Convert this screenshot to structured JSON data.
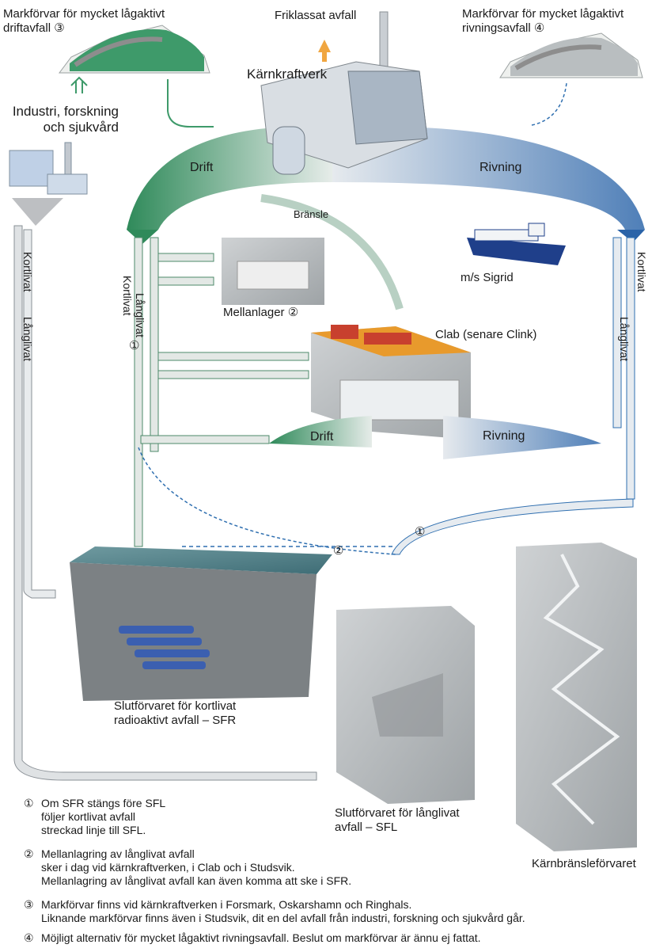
{
  "labels": {
    "vlla_drift": [
      "Markförvar för mycket lågaktivt",
      "driftavfall ③"
    ],
    "friklassat": "Friklassat avfall",
    "vlla_rivning": [
      "Markförvar för mycket lågaktivt",
      "rivningsavfall ④"
    ],
    "industri": [
      "Industri, forskning",
      "och sjukvård"
    ],
    "karnkraftverk": "Kärnkraftverk",
    "drift_top": "Drift",
    "rivning_top": "Rivning",
    "bransle": "Bränsle",
    "ship": "m/s Sigrid",
    "mellanlager": "Mellanlager ②",
    "clab": "Clab (senare Clink)",
    "drift_clab": "Drift",
    "rivning_clab": "Rivning",
    "kortlivat_left": "Kortlivat",
    "langlivat_left": "Långlivat",
    "kortlivat_mid": "Kortlivat",
    "langlivat_mid": "Långlivat",
    "kortlivat_right": "Kortlivat",
    "langlivat_right": "Långlivat",
    "marker1_mid": "①",
    "marker1_right": "①",
    "marker2": "②",
    "sfr": [
      "Slutförvaret för kortlivat",
      "radioaktivt avfall – SFR"
    ],
    "sfl": [
      "Slutförvaret för långlivat",
      "avfall – SFL"
    ],
    "karnbransleforvaret": "Kärnbränsleförvaret"
  },
  "notes": [
    {
      "num": "①",
      "lines": [
        "Om SFR stängs före SFL",
        "följer kortlivat avfall",
        "streckad linje till SFL."
      ]
    },
    {
      "num": "②",
      "lines": [
        "Mellanlagring av långlivat avfall",
        "sker i dag vid kärnkraftverken, i Clab och i Studsvik.",
        "Mellanlagring av långlivat avfall kan även komma att ske i SFR."
      ]
    },
    {
      "num": "③",
      "lines": [
        "Markförvar finns vid kärnkraftverken i Forsmark, Oskarshamn och Ringhals.",
        "Liknande markförvar finns även i Studsvik, dit en del avfall från industri, forskning och sjukvård går."
      ]
    },
    {
      "num": "④",
      "lines": [
        "Möjligt alternativ för mycket lågaktivt rivningsavfall. Beslut om markförvar är ännu ej fattat."
      ]
    }
  ],
  "colors": {
    "drift_green": "#2f8a5a",
    "rivning_blue": "#4f7fb8",
    "flow_grey": "#d9dde0",
    "roof_red": "#c8402e",
    "ground_orange": "#e89a2c",
    "friklassat_orange": "#f0a640"
  }
}
